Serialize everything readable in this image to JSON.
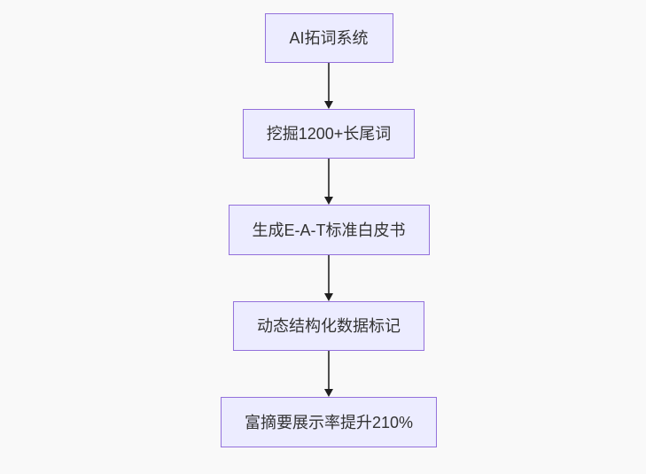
{
  "diagram": {
    "type": "flowchart",
    "direction": "top-down",
    "nodes": [
      {
        "id": "step-1",
        "label": "AI拓词系统"
      },
      {
        "id": "step-2",
        "label": "挖掘1200+长尾词"
      },
      {
        "id": "step-3",
        "label": "生成E-A-T标准白皮书"
      },
      {
        "id": "step-4",
        "label": "动态结构化数据标记"
      },
      {
        "id": "step-5",
        "label": "富摘要展示率提升210%"
      }
    ],
    "edges": [
      {
        "from": "step-1",
        "to": "step-2"
      },
      {
        "from": "step-2",
        "to": "step-3"
      },
      {
        "from": "step-3",
        "to": "step-4"
      },
      {
        "from": "step-4",
        "to": "step-5"
      }
    ],
    "colors": {
      "background": "#f9f9f9",
      "node_fill": "#ECECFF",
      "node_border": "#9370DB",
      "text": "#333333",
      "arrow_line": "#4d4d4d",
      "arrow_head": "#1f1f1f"
    }
  }
}
